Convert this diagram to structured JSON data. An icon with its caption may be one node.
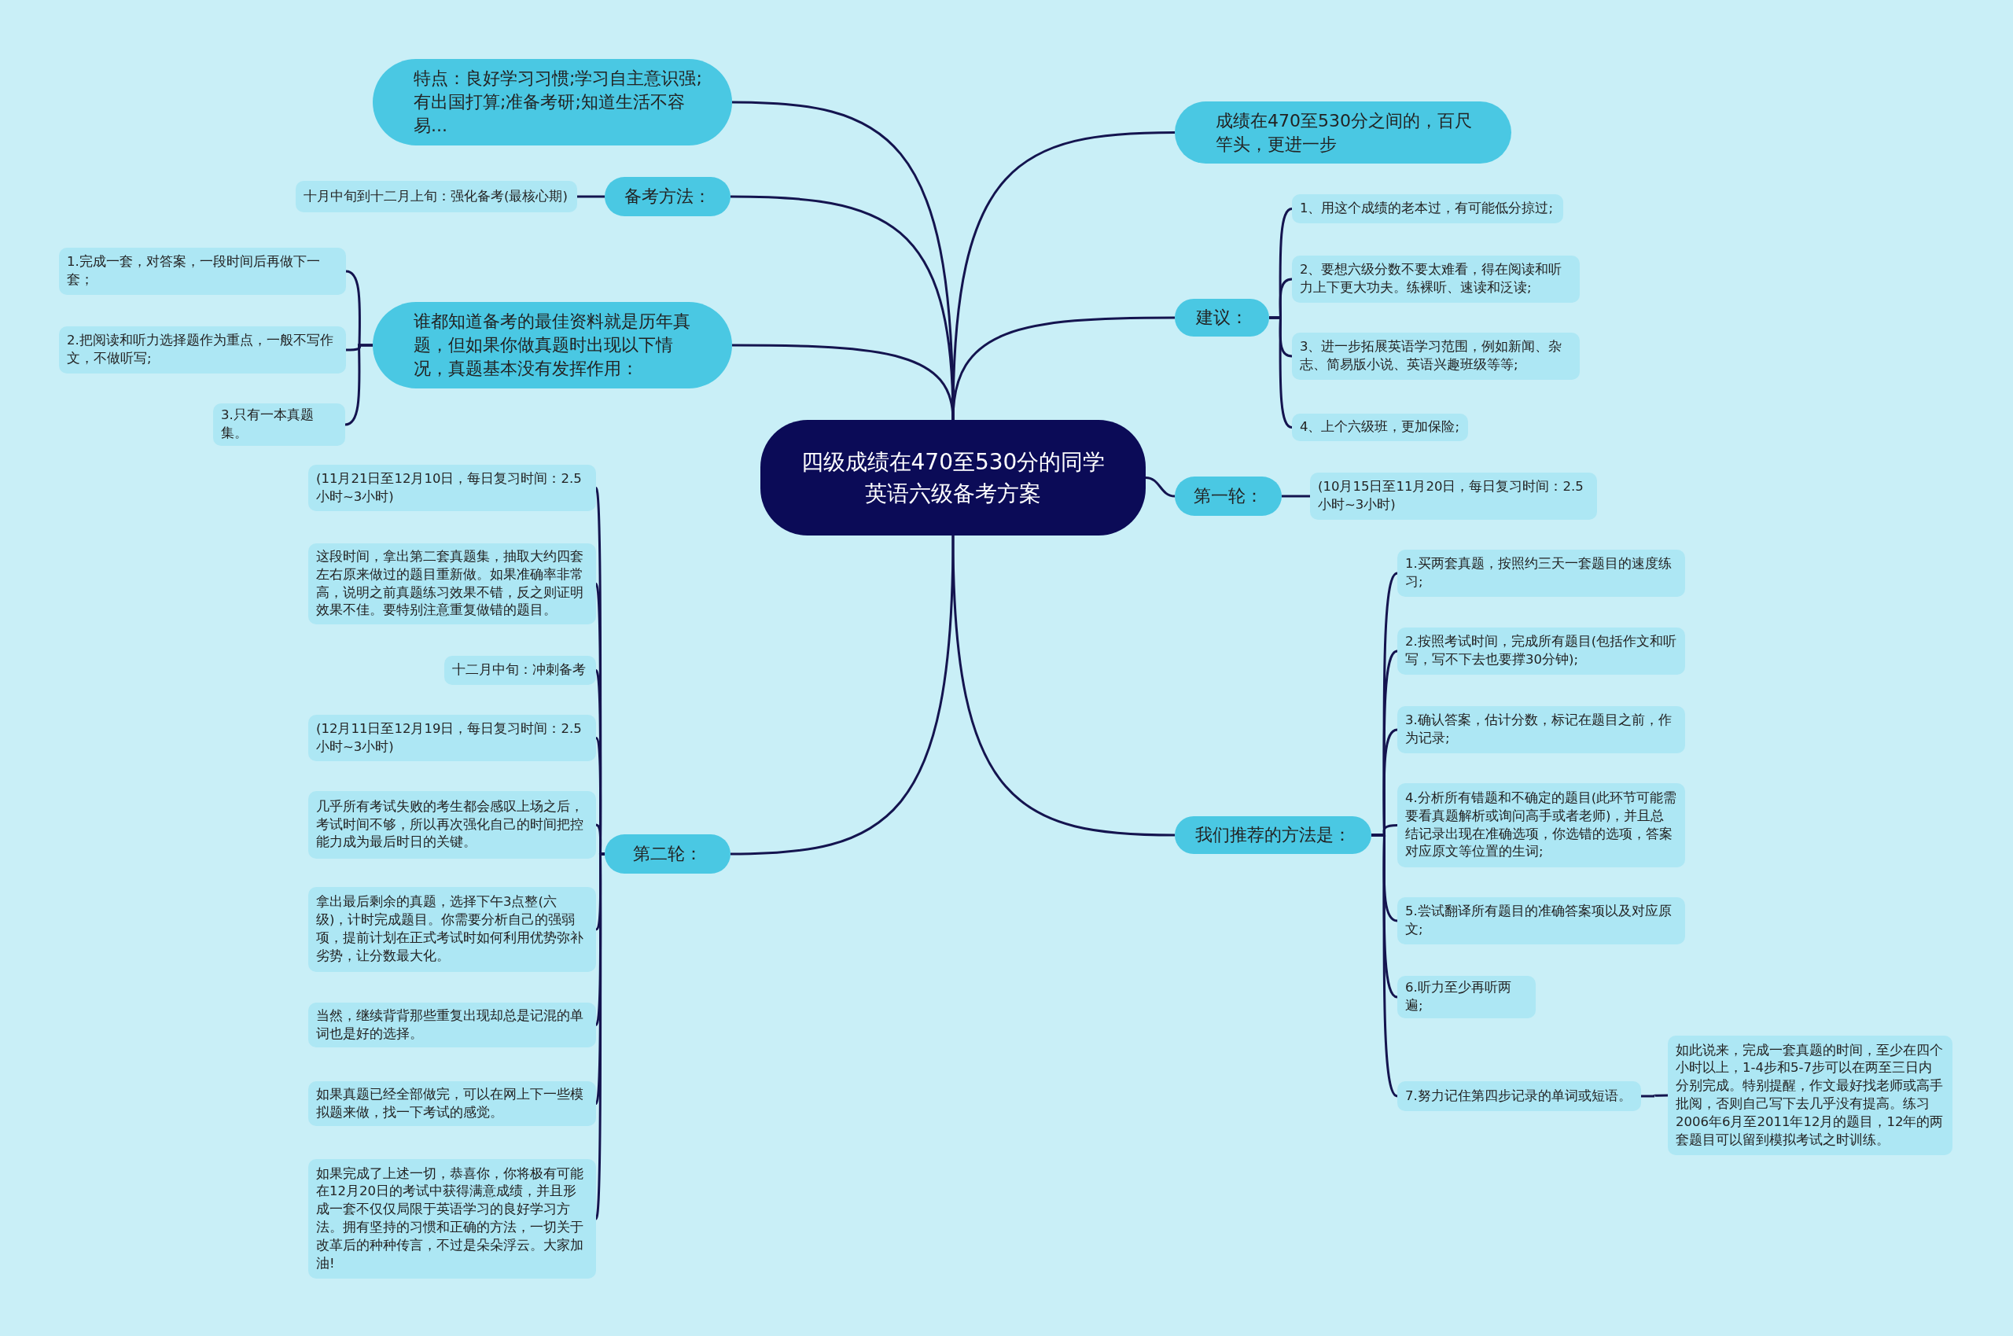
{
  "diagram": {
    "nodes": [
      {
        "text": [
          "四级成绩在470至530分的同学英语六级备考方案"
        ]
      },
      {
        "text": [
          "特点：良好学习习惯;学习自主意识强;有出国打算;准备考研;知道生活不容易..."
        ]
      },
      {
        "text": [
          "备考方法："
        ]
      },
      {
        "text": [
          "十月中旬到十二月上旬：强化备考(最核心期)"
        ]
      },
      {
        "text": [
          "谁都知道备考的最佳资料就是历年真题，但如果你做真题时出现以下情况，真题基本没有发挥作用："
        ]
      },
      {
        "text": [
          "1.完成一套，对答案，一段时间后再做下一套；"
        ]
      },
      {
        "text": [
          "2.把阅读和听力选择题作为重点，一般不写作文，不做听写;"
        ]
      },
      {
        "text": [
          "3.只有一本真题集。"
        ]
      },
      {
        "text": [
          "第二轮："
        ]
      },
      {
        "text": [
          "(11月21日至12月10日，每日复习时间：2.5小时~3小时)"
        ]
      },
      {
        "text": [
          "这段时间，拿出第二套真题集，抽取大约四套左右原来做过的题目重新做。如果准确率非常高，说明之前真题练习效果不错，反之则证明效果不佳。要特别注意重复做错的题目。"
        ]
      },
      {
        "text": [
          "十二月中旬：冲刺备考"
        ]
      },
      {
        "text": [
          "(12月11日至12月19日，每日复习时间：2.5小时~3小时)"
        ]
      },
      {
        "text": [
          "几乎所有考试失败的考生都会感叹上场之后，考试时间不够，所以再次强化自己的时间把控能力成为最后时日的关键。"
        ]
      },
      {
        "text": [
          "拿出最后剩余的真题，选择下午3点整(六级)，计时完成题目。你需要分析自己的强弱项，提前计划在正式考试时如何利用优势弥补劣势，让分数最大化。"
        ]
      },
      {
        "text": [
          "当然，继续背背那些重复出现却总是记混的单词也是好的选择。"
        ]
      },
      {
        "text": [
          "如果真题已经全部做完，可以在网上下一些模拟题来做，找一下考试的感觉。"
        ]
      },
      {
        "text": [
          "如果完成了上述一切，恭喜你，你将极有可能在12月20日的考试中获得满意成绩，并且形成一套不仅仅局限于英语学习的良好学习方法。拥有坚持的习惯和正确的方法，一切关于改革后的种种传言，不过是朵朵浮云。大家加油!"
        ]
      },
      {
        "text": [
          "成绩在470至530分之间的，百尺竿头，更进一步"
        ]
      },
      {
        "text": [
          "建议："
        ]
      },
      {
        "text": [
          "1、用这个成绩的老本过，有可能低分掠过;"
        ]
      },
      {
        "text": [
          "2、要想六级分数不要太难看，得在阅读和听力上下更大功夫。练裸听、速读和泛读;"
        ]
      },
      {
        "text": [
          "3、进一步拓展英语学习范围，例如新闻、杂志、简易版小说、英语兴趣班级等等;"
        ]
      },
      {
        "text": [
          "4、上个六级班，更加保险;"
        ]
      },
      {
        "text": [
          "第一轮："
        ]
      },
      {
        "text": [
          "(10月15日至11月20日，每日复习时间：2.5小时~3小时)"
        ]
      },
      {
        "text": [
          "我们推荐的方法是："
        ]
      },
      {
        "text": [
          "1.买两套真题，按照约三天一套题目的速度练习;"
        ]
      },
      {
        "text": [
          "2.按照考试时间，完成所有题目(包括作文和听写，写不下去也要撑30分钟);"
        ]
      },
      {
        "text": [
          "3.确认答案，估计分数，标记在题目之前，作为记录;"
        ]
      },
      {
        "text": [
          "4.分析所有错题和不确定的题目(此环节可能需要看真题解析或询问高手或者老师)，并且总结记录出现在准确选项，你选错的选项，答案对应原文等位置的生词;"
        ]
      },
      {
        "text": [
          "5.尝试翻译所有题目的准确答案项以及对应原文;"
        ]
      },
      {
        "text": [
          "6.听力至少再听两遍;"
        ]
      },
      {
        "text": [
          "7.努力记住第四步记录的单词或短语。"
        ]
      },
      {
        "text": [
          "如此说来，完成一套真题的时间，至少在四个小时以上，1-4步和5-7步可以在两至三日内分别完成。特别提醒，作文最好找老师或高手批阅，否则自己写下去几乎没有提高。练习2006年6月至2011年12月的题目，12年的两套题目可以留到模拟考试之时训练。"
        ]
      }
    ],
    "edges": [
      {
        "from": 0,
        "to": 1,
        "arrow": "none"
      },
      {
        "from": 0,
        "to": 2,
        "arrow": "none"
      },
      {
        "from": 2,
        "to": 3,
        "arrow": "none"
      },
      {
        "from": 0,
        "to": 4,
        "arrow": "none"
      },
      {
        "from": 4,
        "to": 5,
        "arrow": "none"
      },
      {
        "from": 4,
        "to": 6,
        "arrow": "none"
      },
      {
        "from": 4,
        "to": 7,
        "arrow": "none"
      },
      {
        "from": 0,
        "to": 8,
        "arrow": "none"
      },
      {
        "from": 8,
        "to": 9,
        "arrow": "none"
      },
      {
        "from": 8,
        "to": 10,
        "arrow": "none"
      },
      {
        "from": 8,
        "to": 11,
        "arrow": "none"
      },
      {
        "from": 8,
        "to": 12,
        "arrow": "none"
      },
      {
        "from": 8,
        "to": 13,
        "arrow": "none"
      },
      {
        "from": 8,
        "to": 14,
        "arrow": "none"
      },
      {
        "from": 8,
        "to": 15,
        "arrow": "none"
      },
      {
        "from": 8,
        "to": 16,
        "arrow": "none"
      },
      {
        "from": 8,
        "to": 17,
        "arrow": "none"
      },
      {
        "from": 0,
        "to": 18,
        "arrow": "none"
      },
      {
        "from": 0,
        "to": 19,
        "arrow": "none"
      },
      {
        "from": 19,
        "to": 20,
        "arrow": "none"
      },
      {
        "from": 19,
        "to": 21,
        "arrow": "none"
      },
      {
        "from": 19,
        "to": 22,
        "arrow": "none"
      },
      {
        "from": 19,
        "to": 23,
        "arrow": "none"
      },
      {
        "from": 0,
        "to": 24,
        "arrow": "none"
      },
      {
        "from": 24,
        "to": 25,
        "arrow": "none"
      },
      {
        "from": 0,
        "to": 26,
        "arrow": "none"
      },
      {
        "from": 26,
        "to": 27,
        "arrow": "none"
      },
      {
        "from": 26,
        "to": 28,
        "arrow": "none"
      },
      {
        "from": 26,
        "to": 29,
        "arrow": "none"
      },
      {
        "from": 26,
        "to": 30,
        "arrow": "none"
      },
      {
        "from": 26,
        "to": 31,
        "arrow": "none"
      },
      {
        "from": 26,
        "to": 32,
        "arrow": "none"
      },
      {
        "from": 26,
        "to": 33,
        "arrow": "none"
      },
      {
        "from": 33,
        "to": 34,
        "arrow": "none"
      }
    ]
  }
}
